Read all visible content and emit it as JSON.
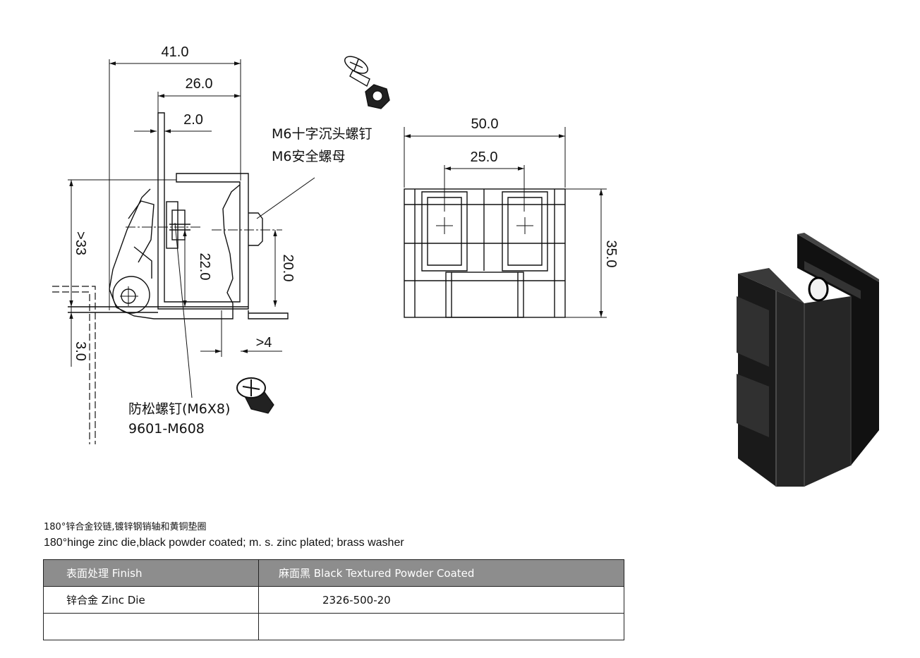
{
  "drawing": {
    "dims": {
      "overall_width": "41.0",
      "inner_width": "26.0",
      "thickness": "2.0",
      "min_height": ">33",
      "height_22": "22.0",
      "height_20": "20.0",
      "min_edge": ">4",
      "offset_3": "3.0",
      "front_width": "50.0",
      "hole_pitch": "25.0",
      "front_height": "35.0"
    },
    "callouts": {
      "screw_cn": "M6十字沉头螺钉",
      "nut_cn": "M6安全螺母",
      "lock_screw_cn": "防松螺钉(M6X8)",
      "lock_screw_code": "9601-M608"
    }
  },
  "description": {
    "cn": "180°锌合金铰链,镀锌钢销轴和黄铜垫圈",
    "en": "180°hinge zinc die,black powder coated; m. s. zinc  plated; brass washer"
  },
  "table": {
    "header": [
      "表面处理 Finish",
      "麻面黑 Black Textured Powder Coated"
    ],
    "rows": [
      [
        "锌合金 Zinc Die",
        "2326-500-20"
      ],
      [
        "",
        ""
      ]
    ]
  }
}
